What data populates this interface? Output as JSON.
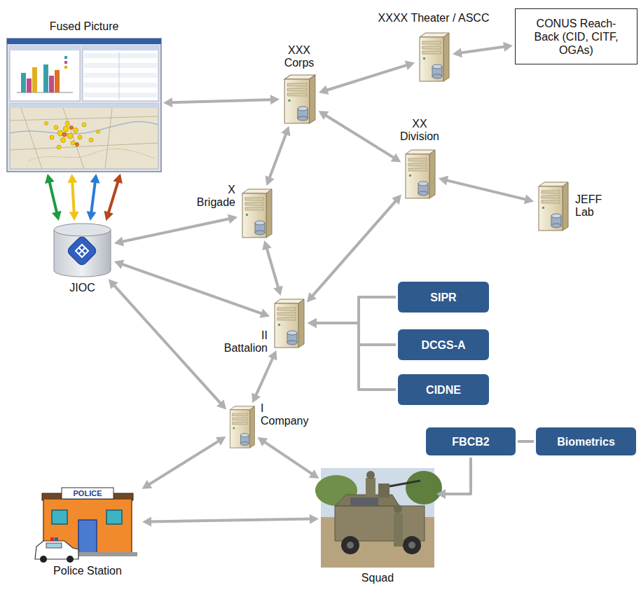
{
  "diagram": {
    "nodes": [
      {
        "text": [
          "Fused Picture"
        ]
      },
      {
        "text": [
          "XXXX Theater / ASCC"
        ]
      },
      {
        "text": [
          "CONUS Reach-Back (CID, CITF, OGAs)"
        ]
      },
      {
        "text": [
          "XXX Corps"
        ]
      },
      {
        "text": [
          "XX Division"
        ]
      },
      {
        "text": [
          "X Brigade"
        ]
      },
      {
        "text": [
          "JEFF Lab"
        ]
      },
      {
        "text": [
          "JIOC"
        ]
      },
      {
        "text": [
          "II Battalion"
        ]
      },
      {
        "text": [
          "SIPR"
        ]
      },
      {
        "text": [
          "DCGS-A"
        ]
      },
      {
        "text": [
          "CIDNE"
        ]
      },
      {
        "text": [
          "I Company"
        ]
      },
      {
        "text": [
          "FBCB2"
        ]
      },
      {
        "text": [
          "Biometrics"
        ]
      },
      {
        "text": [
          "Police Station"
        ]
      },
      {
        "text": [
          "Squad"
        ]
      }
    ],
    "edges": [
      {
        "from": 0,
        "to": 3,
        "arrow": "both"
      },
      {
        "from": 0,
        "to": 7,
        "arrow": "both"
      },
      {
        "from": 0,
        "to": 7,
        "arrow": "both"
      },
      {
        "from": 0,
        "to": 7,
        "arrow": "both"
      },
      {
        "from": 0,
        "to": 7,
        "arrow": "both"
      },
      {
        "from": 3,
        "to": 1,
        "arrow": "both"
      },
      {
        "from": 1,
        "to": 2,
        "arrow": "both"
      },
      {
        "from": 3,
        "to": 4,
        "arrow": "both"
      },
      {
        "from": 3,
        "to": 5,
        "arrow": "both"
      },
      {
        "from": 4,
        "to": 6,
        "arrow": "both"
      },
      {
        "from": 7,
        "to": 5,
        "arrow": "both"
      },
      {
        "from": 7,
        "to": 8,
        "arrow": "both"
      },
      {
        "from": 7,
        "to": 12,
        "arrow": "both"
      },
      {
        "from": 5,
        "to": 8,
        "arrow": "both"
      },
      {
        "from": 4,
        "to": 8,
        "arrow": "both"
      },
      {
        "from": 9,
        "to": 8,
        "arrow": "to"
      },
      {
        "from": 10,
        "to": 8,
        "arrow": "to"
      },
      {
        "from": 11,
        "to": 8,
        "arrow": "to"
      },
      {
        "from": 8,
        "to": 12,
        "arrow": "both"
      },
      {
        "from": 12,
        "to": 15,
        "arrow": "both"
      },
      {
        "from": 12,
        "to": 16,
        "arrow": "both"
      },
      {
        "from": 15,
        "to": 16,
        "arrow": "both"
      },
      {
        "from": 13,
        "to": 16,
        "arrow": "to"
      },
      {
        "from": 13,
        "to": 14,
        "arrow": "none"
      }
    ],
    "labels": [
      "POLICE"
    ]
  }
}
